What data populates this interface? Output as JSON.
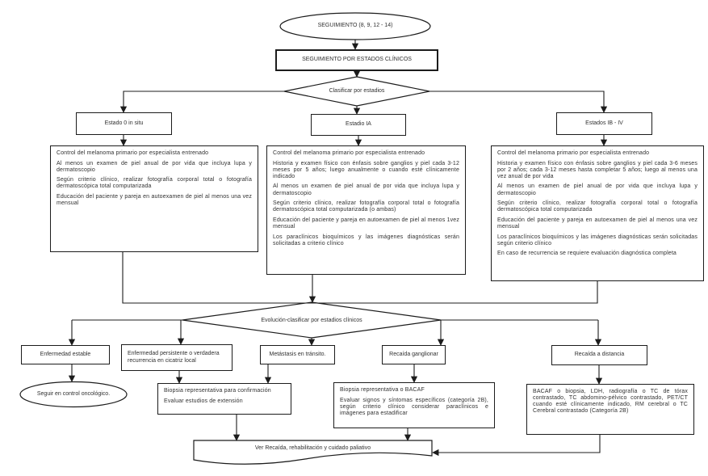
{
  "colors": {
    "background": "#ffffff",
    "line": "#1c1c1c",
    "text": "#303030"
  },
  "nodes": {
    "start": {
      "label": "SEGUIMIENTO (8, 9, 12 - 14)"
    },
    "clinical_stages": {
      "label": "SEGUIMIENTO POR ESTADOS CLÍNICOS"
    },
    "classify": {
      "label": "Clasificar por estadios"
    },
    "stage0": {
      "label": "Estado 0 in situ"
    },
    "stageIA": {
      "label": "Estadio IA"
    },
    "stageIBIV": {
      "label": "Estados IB - IV"
    },
    "stage0_detail": {
      "items": [
        "Control del melanoma primario por especialista entrenado",
        "Al menos un examen de piel anual de por vida que incluya lupa y dermatoscopio",
        "Según criterio clínico, realizar fotografía corporal total o fotografía dermatoscópica total computarizada",
        "Educación del paciente y pareja en autoexamen de piel al menos una vez mensual"
      ]
    },
    "stageIA_detail": {
      "items": [
        "Control del melanoma primario por especialista entrenado",
        "Historia y examen físico con énfasis sobre ganglios y piel cada 3-12 meses por 5 años; luego anualmente o cuando esté clínicamente indicado",
        "Al menos un examen de piel anual de por vida que incluya lupa y dermatoscopio",
        "Según criterio clínico, realizar fotografía corporal total o fotografía dermatoscópica total computarizada (o ambas)",
        "Educación del paciente y pareja en autoexamen de piel al menos 1vez mensual",
        "Los paraclínicos bioquímicos y las imágenes diagnósticas serán solicitadas a criterio clínico"
      ]
    },
    "stageIBIV_detail": {
      "items": [
        "Control del melanoma primario por especialista entrenado",
        "Historia y examen físico con énfasis sobre ganglios y piel cada 3-6 meses por 2 años; cada 3-12 meses hasta completar 5 años; luego al menos una vez anual de por vida",
        "Al menos un examen de piel anual de por vida que incluya lupa y dermatoscopio",
        "Según criterio clínico, realizar fotografía corporal total o fotografía dermatoscópica total computarizada",
        "Educación del paciente y pareja en autoexamen de piel al menos una vez mensual",
        "Los paraclínicos bioquímicos y las imágenes diagnósticas serán solicitadas según criterio clínico",
        "En caso de recurrencia se requiere evaluación diagnóstica completa"
      ]
    },
    "evolution": {
      "label": "Evolución-clasificar por estadios clínicos"
    },
    "stable": {
      "label": "Enfermedad estable"
    },
    "persistent": {
      "label": "Enfermedad persistente o verdadera recurrencia en cicatriz local"
    },
    "transit": {
      "label": "Metástasis en tránsito."
    },
    "nodal": {
      "label": "Recaída ganglionar"
    },
    "distant": {
      "label": "Recaída a distancia"
    },
    "oncologic_control": {
      "label": "Seguir en control oncológico."
    },
    "biopsy_confirm": {
      "items": [
        "Biopsia representativa para confirmación",
        "Evaluar estudios de extensión"
      ]
    },
    "biopsy_bacaf": {
      "items": [
        "Biopsia representativa o BACAF",
        "Evaluar signos y síntomas específicos (categoría 2B), según criterio clínico considerar paraclínicos e imágenes para estadificar"
      ]
    },
    "distant_workup": {
      "items": [
        "BACAF o biopsia, LDH, radiografía o TC de tórax contrastado, TC abdomino-pélvico contrastado, PET/CT cuando esté clínicamente indicado, RM cerebral o TC Cerebral contrastado (Categoría 2B)"
      ]
    },
    "palliative": {
      "label": "Ver Recaída, rehabilitación y cuidado paliativo"
    }
  }
}
